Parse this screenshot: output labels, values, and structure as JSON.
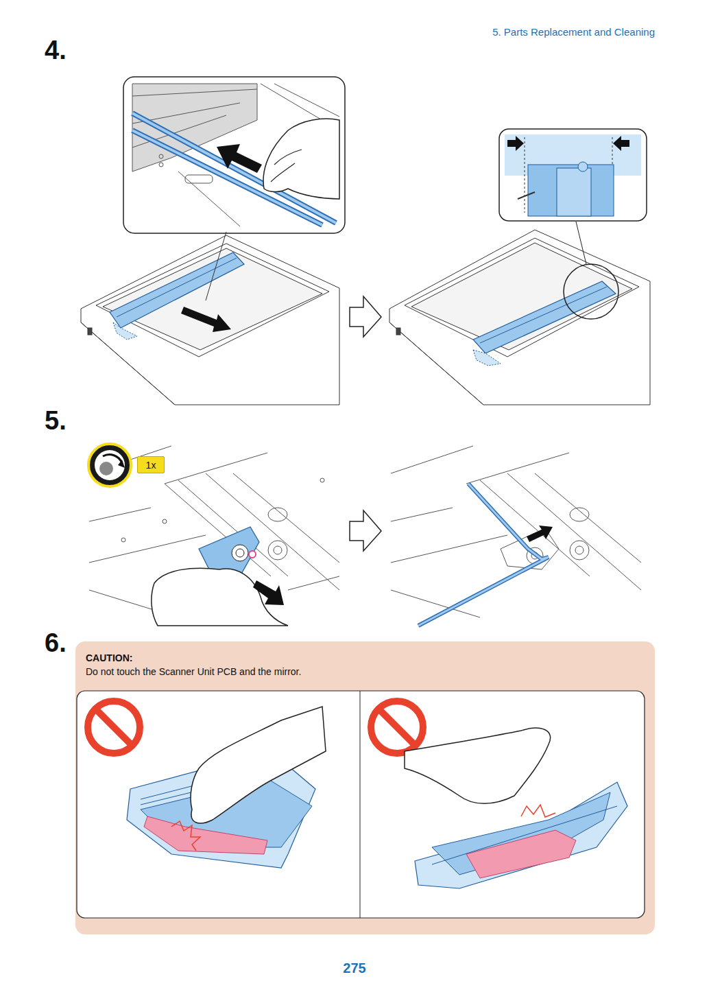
{
  "diagram": {
    "nodes": [
      {
        "text": [
          "CAUTION:",
          "Do not touch the Scanner Unit PCB and the mirror."
        ]
      },
      {
        "text": [
          "1x"
        ]
      }
    ],
    "labels": [
      "5. Parts Replacement and Cleaning",
      "4.",
      "5.",
      "6.",
      "275"
    ]
  }
}
